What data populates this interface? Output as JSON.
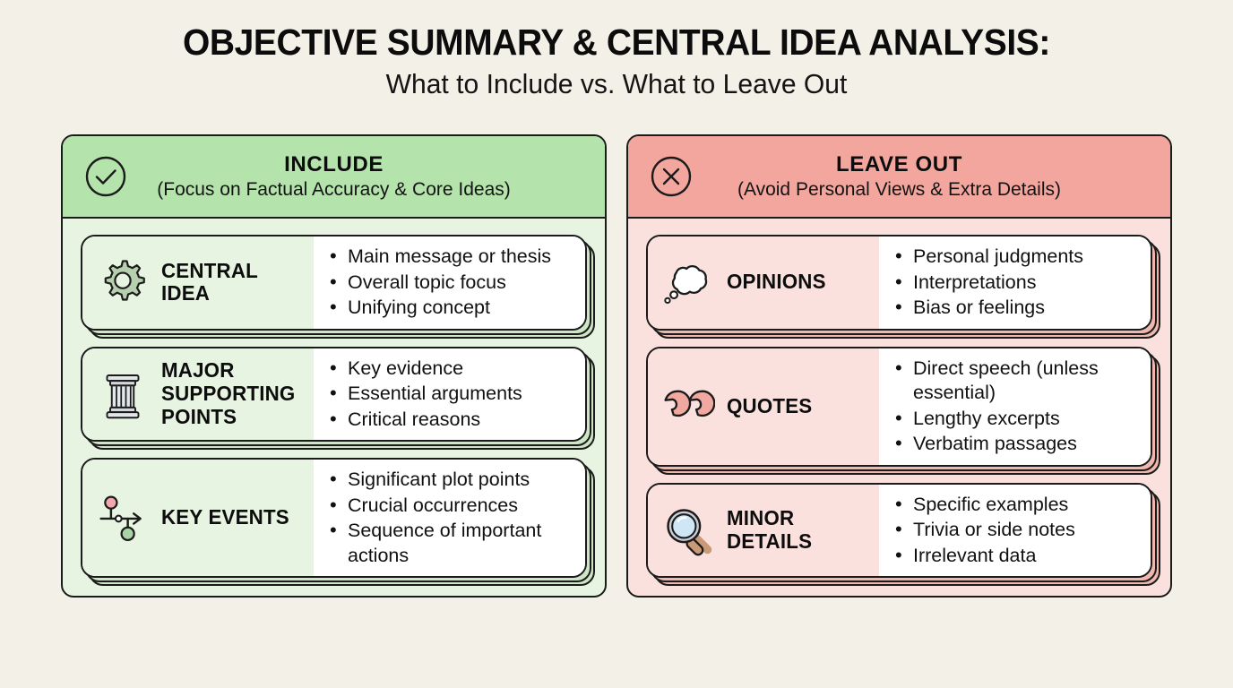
{
  "title": {
    "main": "OBJECTIVE SUMMARY & CENTRAL IDEA ANALYSIS:",
    "sub": "What to Include vs. What to Leave Out"
  },
  "colors": {
    "background": "#f3f0e7",
    "include_panel": "#e8f4e2",
    "include_header": "#b4e3ac",
    "include_layer": "#cfe6c6",
    "leaveout_panel": "#fbe1dd",
    "leaveout_header": "#f2a69e",
    "leaveout_layer": "#f0b7af",
    "outline": "#1b1b1b",
    "card_body": "#ffffff"
  },
  "columns": [
    {
      "key": "include",
      "badge_icon": "check-circle-icon",
      "header_title": "INCLUDE",
      "header_sub": "(Focus on Factual Accuracy & Core Ideas)",
      "cards": [
        {
          "icon": "gear-icon",
          "label": "CENTRAL IDEA",
          "bullets": [
            "Main message or thesis",
            "Overall topic focus",
            "Unifying concept"
          ]
        },
        {
          "icon": "column-pillar-icon",
          "label": "MAJOR SUPPORTING POINTS",
          "bullets": [
            "Key evidence",
            "Essential arguments",
            "Critical reasons"
          ]
        },
        {
          "icon": "timeline-events-icon",
          "label": "KEY EVENTS",
          "bullets": [
            "Significant plot points",
            "Crucial occurrences",
            "Sequence of important actions"
          ]
        }
      ]
    },
    {
      "key": "leaveout",
      "badge_icon": "x-circle-icon",
      "header_title": "LEAVE OUT",
      "header_sub": "(Avoid Personal Views & Extra Details)",
      "cards": [
        {
          "icon": "thought-cloud-icon",
          "label": "OPINIONS",
          "bullets": [
            "Personal judgments",
            "Interpretations",
            "Bias or feelings"
          ]
        },
        {
          "icon": "quote-marks-icon",
          "label": "QUOTES",
          "bullets": [
            "Direct speech (unless essential)",
            "Lengthy excerpts",
            "Verbatim passages"
          ]
        },
        {
          "icon": "magnifying-glass-icon",
          "label": "MINOR DETAILS",
          "bullets": [
            "Specific examples",
            "Trivia or side notes",
            "Irrelevant data"
          ]
        }
      ]
    }
  ]
}
